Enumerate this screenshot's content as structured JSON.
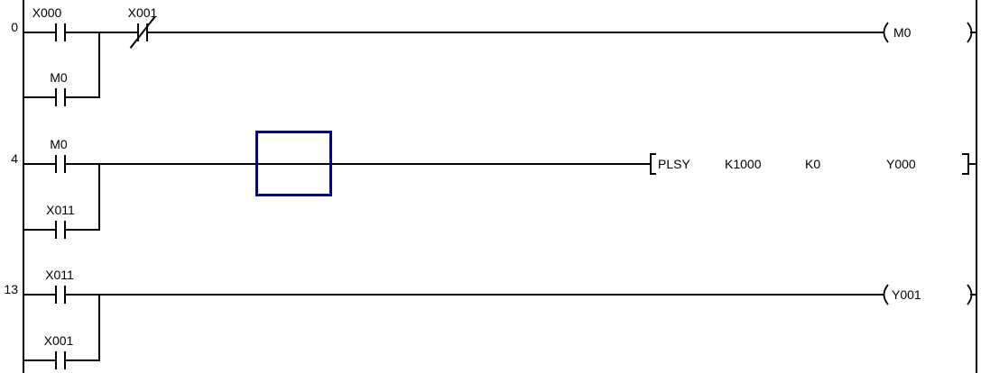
{
  "ladder": {
    "colors": {
      "wire": "#000000",
      "cursor": "#000099",
      "background": "#ffffff"
    },
    "rungs": [
      {
        "number": "0",
        "contacts": [
          {
            "label": "X000",
            "type": "normally-open"
          },
          {
            "label": "X001",
            "type": "normally-closed"
          },
          {
            "label": "M0",
            "type": "normally-open-parallel-branch"
          }
        ],
        "coil": {
          "label": "M0"
        }
      },
      {
        "number": "4",
        "contacts": [
          {
            "label": "M0",
            "type": "normally-open"
          },
          {
            "label": "X011",
            "type": "normally-open-parallel-branch"
          }
        ],
        "instruction": {
          "opcode": "PLSY",
          "operands": [
            "K1000",
            "K0",
            "Y000"
          ]
        }
      },
      {
        "number": "13",
        "contacts": [
          {
            "label": "X011",
            "type": "normally-open"
          },
          {
            "label": "X001",
            "type": "normally-open-parallel-branch"
          }
        ],
        "coil": {
          "label": "Y001"
        }
      }
    ]
  }
}
